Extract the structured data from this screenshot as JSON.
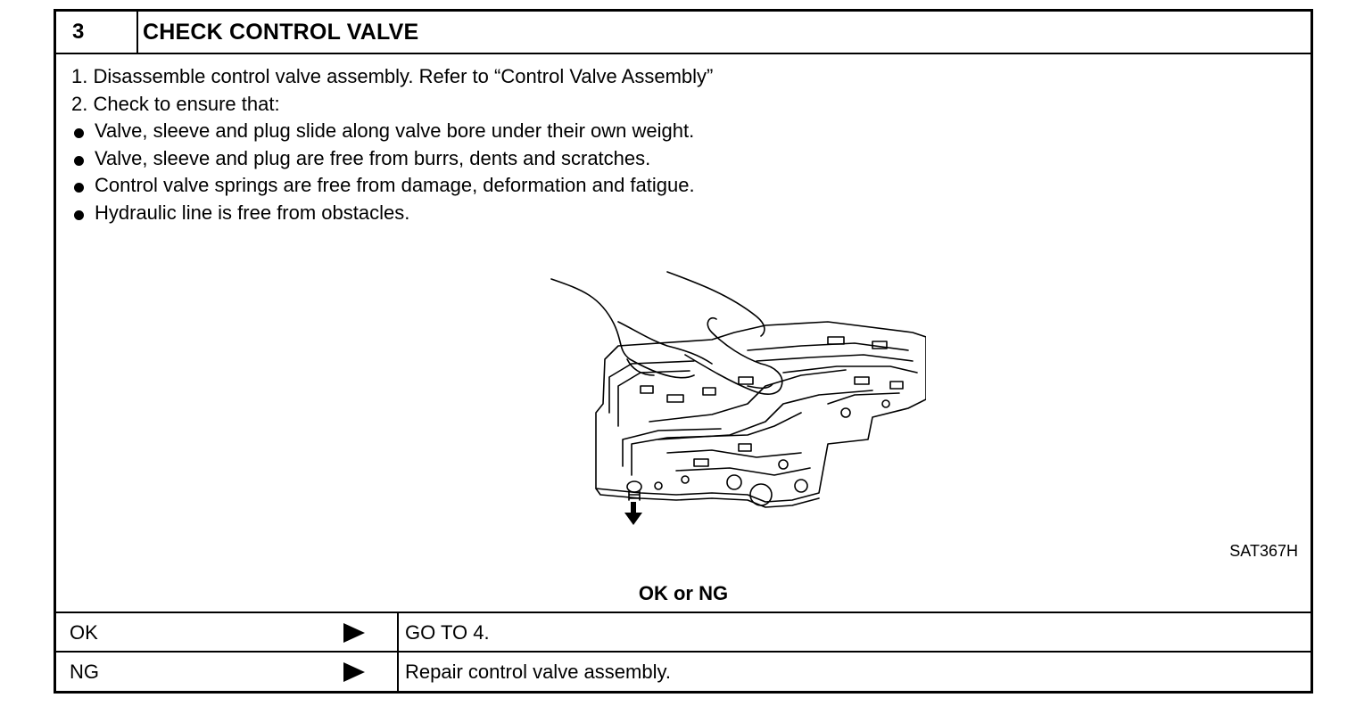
{
  "step": {
    "number": "3",
    "title": "CHECK CONTROL VALVE"
  },
  "instructions": [
    {
      "type": "num",
      "text": "1.  Disassemble control valve assembly. Refer to “Control Valve Assembly”"
    },
    {
      "type": "num",
      "text": "2.  Check to ensure that:"
    },
    {
      "type": "bullet",
      "text": "Valve, sleeve and plug slide along valve bore under their own weight."
    },
    {
      "type": "bullet",
      "text": "Valve, sleeve and plug are free from burrs, dents and scratches."
    },
    {
      "type": "bullet",
      "text": "Control valve springs are free from damage, deformation and fatigue."
    },
    {
      "type": "bullet",
      "text": "Hydraulic line is free from obstacles."
    }
  ],
  "figure": {
    "code": "SAT367H"
  },
  "decision": {
    "title": "OK or NG",
    "rows": [
      {
        "label": "OK",
        "result": "GO TO 4."
      },
      {
        "label": "NG",
        "result": "Repair control valve assembly."
      }
    ]
  }
}
